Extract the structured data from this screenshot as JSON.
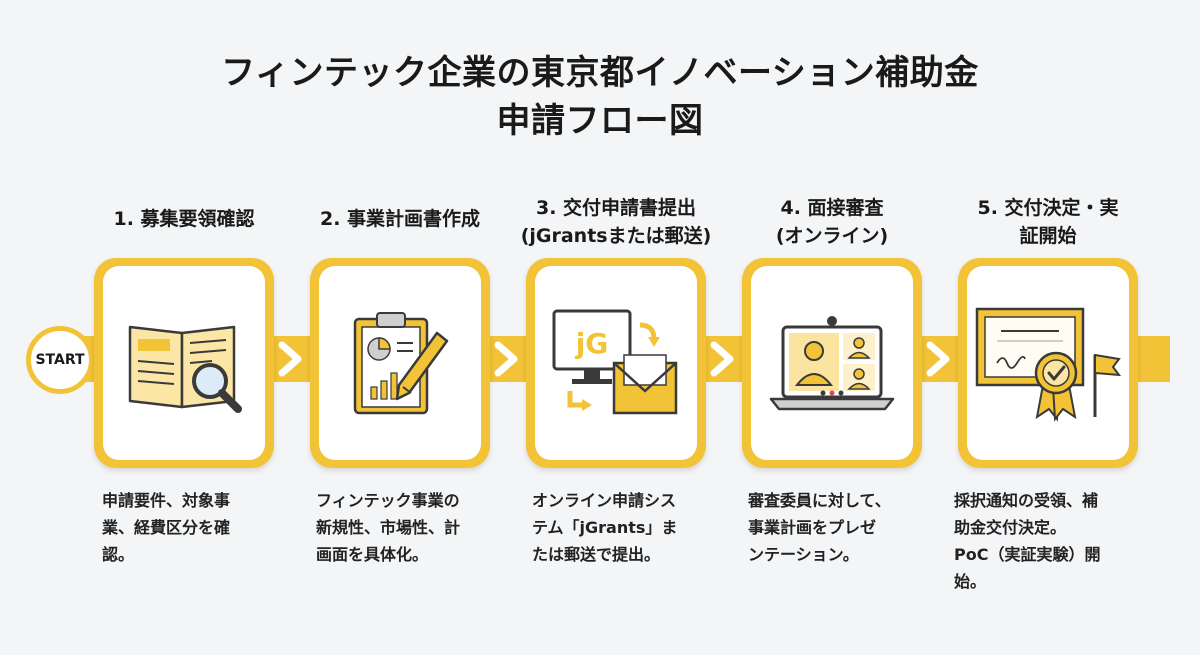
{
  "title": {
    "line1": "フィンテック企業の東京都イノベーション補助金",
    "line2": "申請フロー図"
  },
  "start_label": "START",
  "accent_color": "#f2c237",
  "steps": [
    {
      "label_lines": [
        "1. 募集要領確認",
        ""
      ],
      "icon": "open-book-magnifier-icon",
      "desc_lines": [
        "申請要件、対象事",
        "業、経費区分を確",
        "認。"
      ]
    },
    {
      "label_lines": [
        "2. 事業計画書作成",
        ""
      ],
      "icon": "clipboard-chart-pencil-icon",
      "desc_lines": [
        "フィンテック事業の",
        "新規性、市場性、計",
        "画面を具体化。"
      ]
    },
    {
      "label_lines": [
        "3. 交付申請書提出",
        "(jGrantsまたは郵送)"
      ],
      "icon": "jgrants-monitor-envelope-icon",
      "icon_text": "jG",
      "desc_lines": [
        "オンライン申請シス",
        "テム「jGrants」ま",
        "たは郵送で提出。"
      ]
    },
    {
      "label_lines": [
        "4. 面接審査",
        "(オンライン)"
      ],
      "icon": "laptop-video-call-icon",
      "desc_lines": [
        "審査委員に対して、",
        "事業計画をプレゼ",
        "ンテーション。"
      ]
    },
    {
      "label_lines": [
        "5. 交付決定・実",
        "証開始"
      ],
      "icon": "certificate-award-flag-icon",
      "desc_lines": [
        "採択通知の受領、補",
        "助金交付決定。",
        "PoC（実証実験）開",
        "始。"
      ]
    }
  ]
}
